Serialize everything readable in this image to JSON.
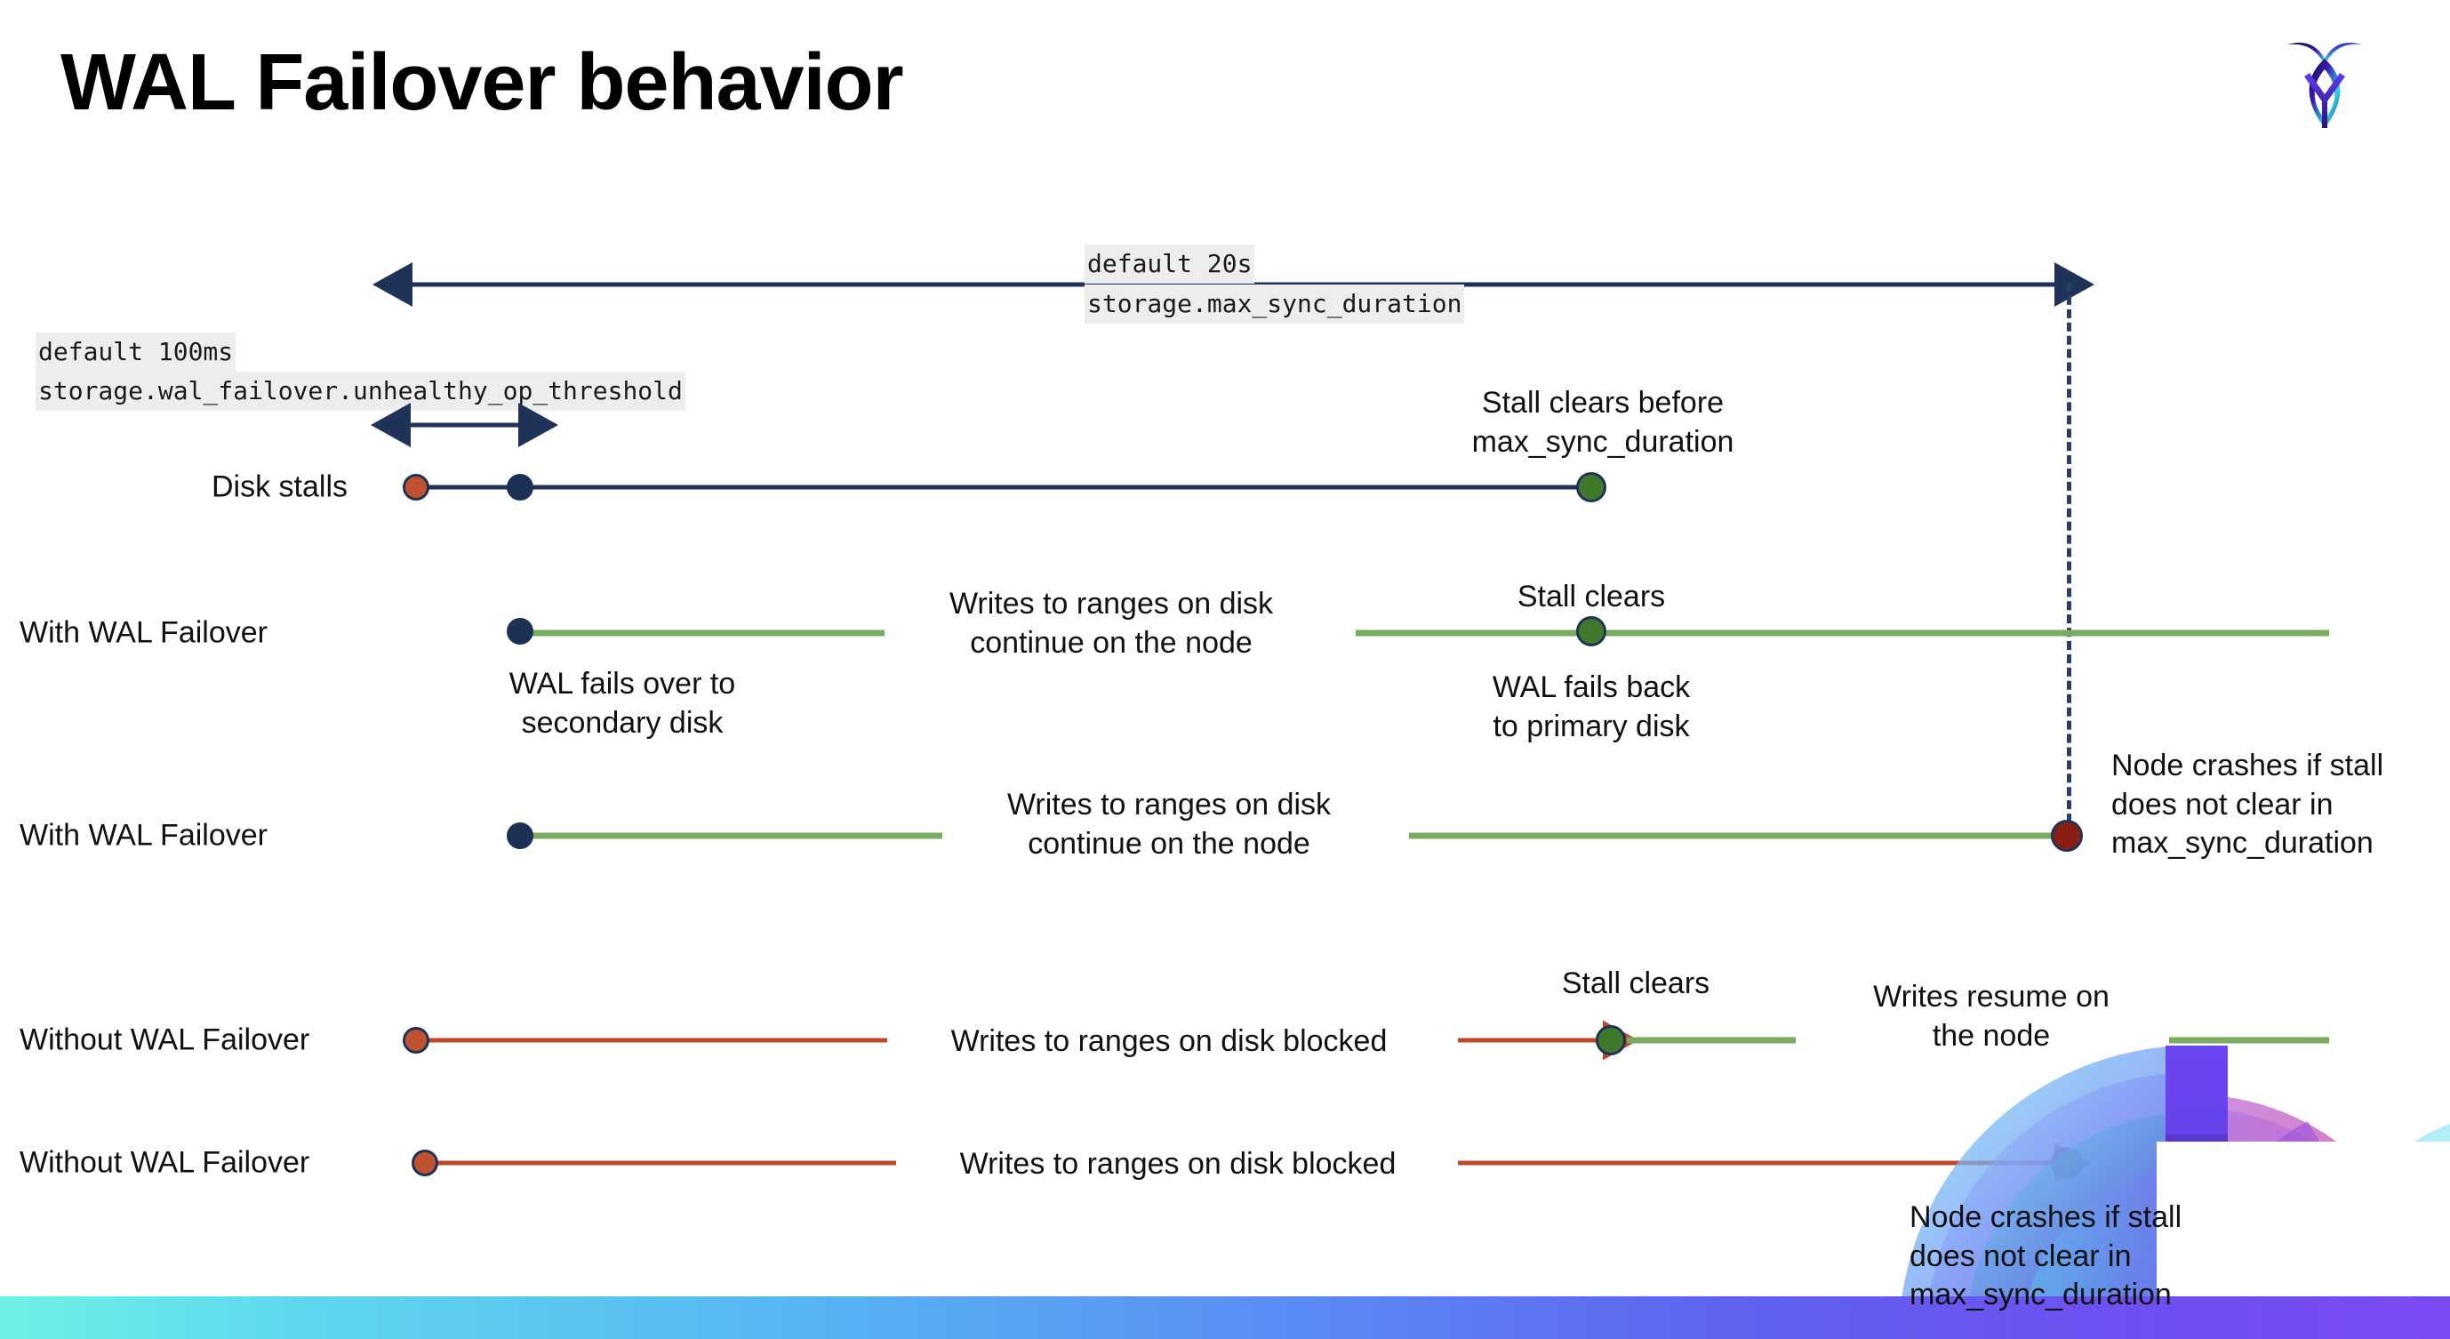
{
  "slide": {
    "title": "WAL Failover behavior",
    "logo_name": "cockroachdb-logo"
  },
  "annotations": {
    "max_sync_default": "default 20s",
    "max_sync_setting": "storage.max_sync_duration",
    "unhealthy_default": "default 100ms",
    "unhealthy_setting": "storage.wal_failover.unhealthy_op_threshold"
  },
  "rows": [
    {
      "label": "Disk stalls",
      "notes": [
        "Stall clears before\nmax_sync_duration"
      ]
    },
    {
      "label": "With WAL Failover",
      "notes": [
        "Writes to ranges on disk\ncontinue on the node",
        "Stall clears",
        "WAL fails over to\nsecondary disk",
        "WAL fails  back\nto primary disk"
      ]
    },
    {
      "label": "With WAL Failover",
      "notes": [
        "Writes to ranges on disk\ncontinue on the node",
        "Node crashes if stall\ndoes not clear in\nmax_sync_duration"
      ]
    },
    {
      "label": "Without WAL Failover",
      "notes": [
        "Writes to ranges on disk  blocked",
        "Stall clears",
        "Writes resume on\nthe node"
      ]
    },
    {
      "label": "Without WAL Failover",
      "notes": [
        "Writes to ranges on disk  blocked",
        "Node crashes if stall\ndoes not clear in\nmax_sync_duration"
      ]
    }
  ],
  "colors": {
    "navy": "#1f3359",
    "green_line": "#7aab5e",
    "red_line": "#c1462a",
    "dot_orange": "#c1522f",
    "dot_green": "#3f7a2c",
    "dot_darkred": "#8c1d13",
    "dot_navy": "#1d3055",
    "code_bg": "#ededed",
    "bar_gradient_start": "#6ff0e6",
    "bar_gradient_end": "#7a4af3"
  }
}
